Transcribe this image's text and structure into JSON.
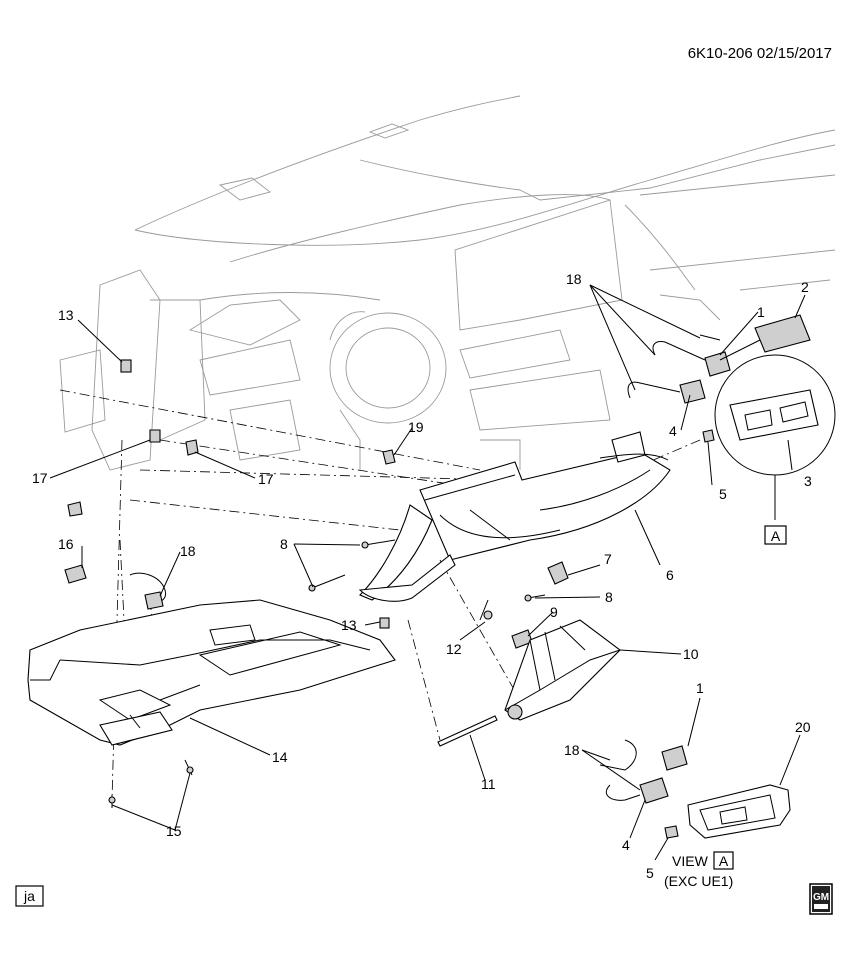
{
  "header": {
    "doc_id": "6K10-206",
    "date": "02/15/2017"
  },
  "footer": {
    "artist_initials": "ja",
    "logo_text": "GM"
  },
  "view": {
    "label": "VIEW",
    "ref": "A",
    "note": "(EXC UE1)"
  },
  "callouts": {
    "c1a": "1",
    "c2": "2",
    "c3": "3",
    "c4a": "4",
    "c5a": "5",
    "c6": "6",
    "c7": "7",
    "c8a": "8",
    "c8b": "8",
    "c9": "9",
    "c10": "10",
    "c11": "11",
    "c12": "12",
    "c13a": "13",
    "c13b": "13",
    "c14": "14",
    "c15": "15",
    "c16": "16",
    "c17a": "17",
    "c17b": "17",
    "c18a": "18",
    "c18b": "18",
    "c18c": "18",
    "c19": "19",
    "c1b": "1",
    "c4b": "4",
    "c5b": "5",
    "c20": "20",
    "detail_ref": "A"
  },
  "colors": {
    "line": "#000000",
    "background_line": "#9a9a9a"
  }
}
